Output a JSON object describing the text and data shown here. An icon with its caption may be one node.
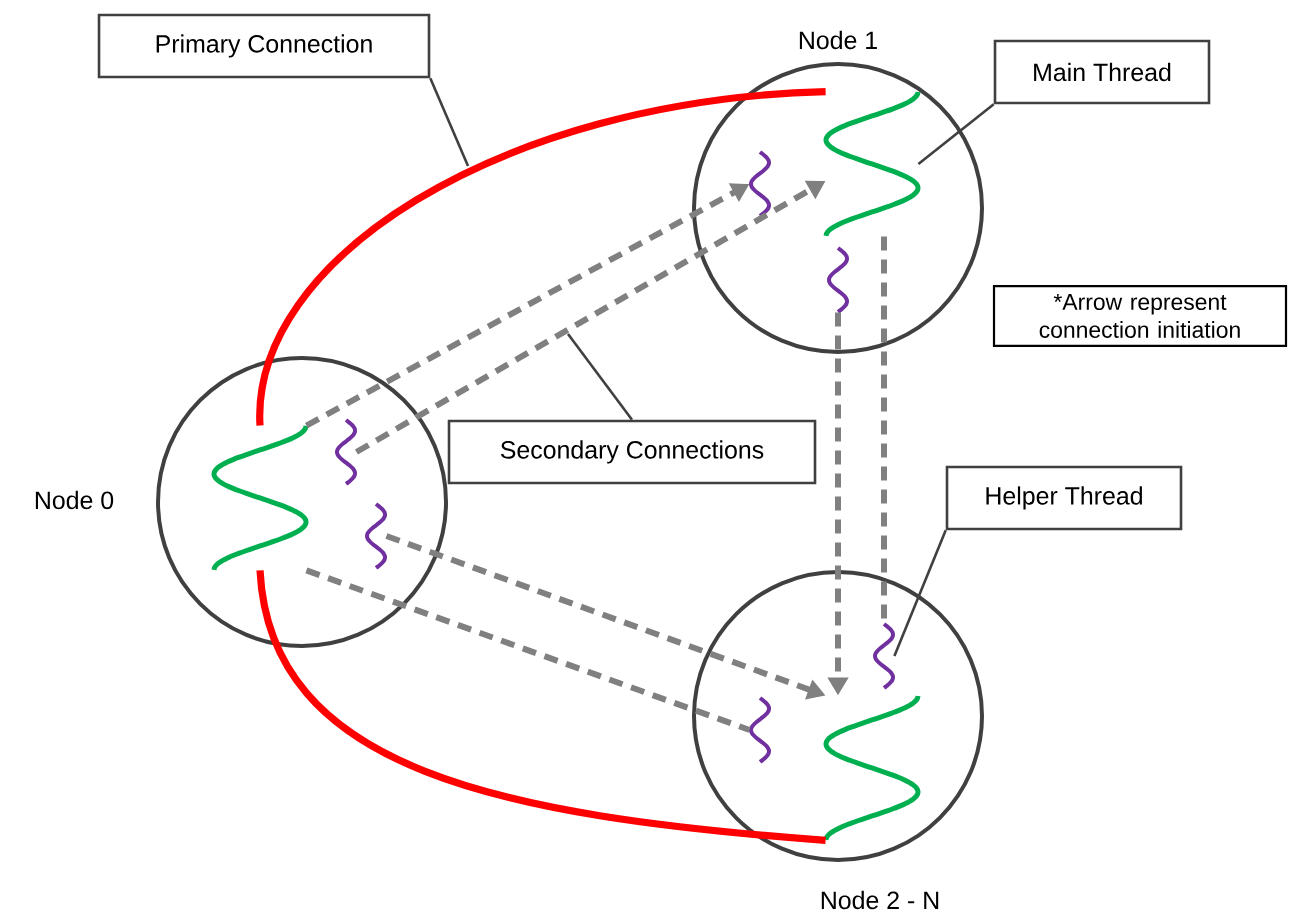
{
  "diagram": {
    "nodes": [
      {
        "text": [],
        "shape": "circle",
        "beside": [
          "Node 0"
        ]
      },
      {
        "text": [],
        "shape": "wave",
        "in": 0
      },
      {
        "text": [],
        "shape": "squiggle",
        "in": 0
      },
      {
        "text": [],
        "shape": "squiggle",
        "in": 0
      },
      {
        "text": [],
        "shape": "circle",
        "beside": [
          "Node 1"
        ]
      },
      {
        "text": [],
        "shape": "wave",
        "in": 4
      },
      {
        "text": [],
        "shape": "squiggle",
        "in": 4
      },
      {
        "text": [],
        "shape": "squiggle",
        "in": 4
      },
      {
        "text": [],
        "shape": "circle",
        "beside": [
          "Node 2 - N"
        ]
      },
      {
        "text": [],
        "shape": "wave",
        "in": 8
      },
      {
        "text": [],
        "shape": "squiggle",
        "in": 8
      },
      {
        "text": [],
        "shape": "squiggle",
        "in": 8
      },
      {
        "text": [
          "Primary Connection"
        ]
      },
      {
        "text": [
          "Main Thread"
        ]
      },
      {
        "text": [
          "Secondary Connections"
        ]
      },
      {
        "text": [
          "Helper Thread"
        ]
      },
      {
        "text": [
          "*Arrow represent connection initiation"
        ]
      }
    ],
    "edges": [
      {
        "from": 1,
        "to": 5,
        "arrow": "none",
        "color": "#ff0000"
      },
      {
        "from": 1,
        "to": 9,
        "arrow": "none",
        "color": "#ff0000"
      },
      {
        "from": 1,
        "to": 6,
        "arrow": "to",
        "style": "dashed",
        "color": "#808080"
      },
      {
        "from": 2,
        "to": 5,
        "arrow": "to",
        "style": "dashed",
        "color": "#808080"
      },
      {
        "from": 3,
        "to": 9,
        "arrow": "to",
        "style": "dashed",
        "color": "#808080"
      },
      {
        "from": 1,
        "to": 10,
        "arrow": "none",
        "style": "dashed",
        "color": "#808080"
      },
      {
        "from": 7,
        "to": 9,
        "arrow": "to",
        "style": "dashed",
        "color": "#808080"
      },
      {
        "from": 5,
        "to": 11,
        "arrow": "none",
        "style": "dashed",
        "color": "#808080"
      },
      {
        "from": 12,
        "to": null,
        "arrow": "none"
      },
      {
        "from": 13,
        "to": 5,
        "arrow": "none"
      },
      {
        "from": 14,
        "to": null,
        "arrow": "none"
      },
      {
        "from": 15,
        "to": 11,
        "arrow": "none"
      }
    ]
  }
}
